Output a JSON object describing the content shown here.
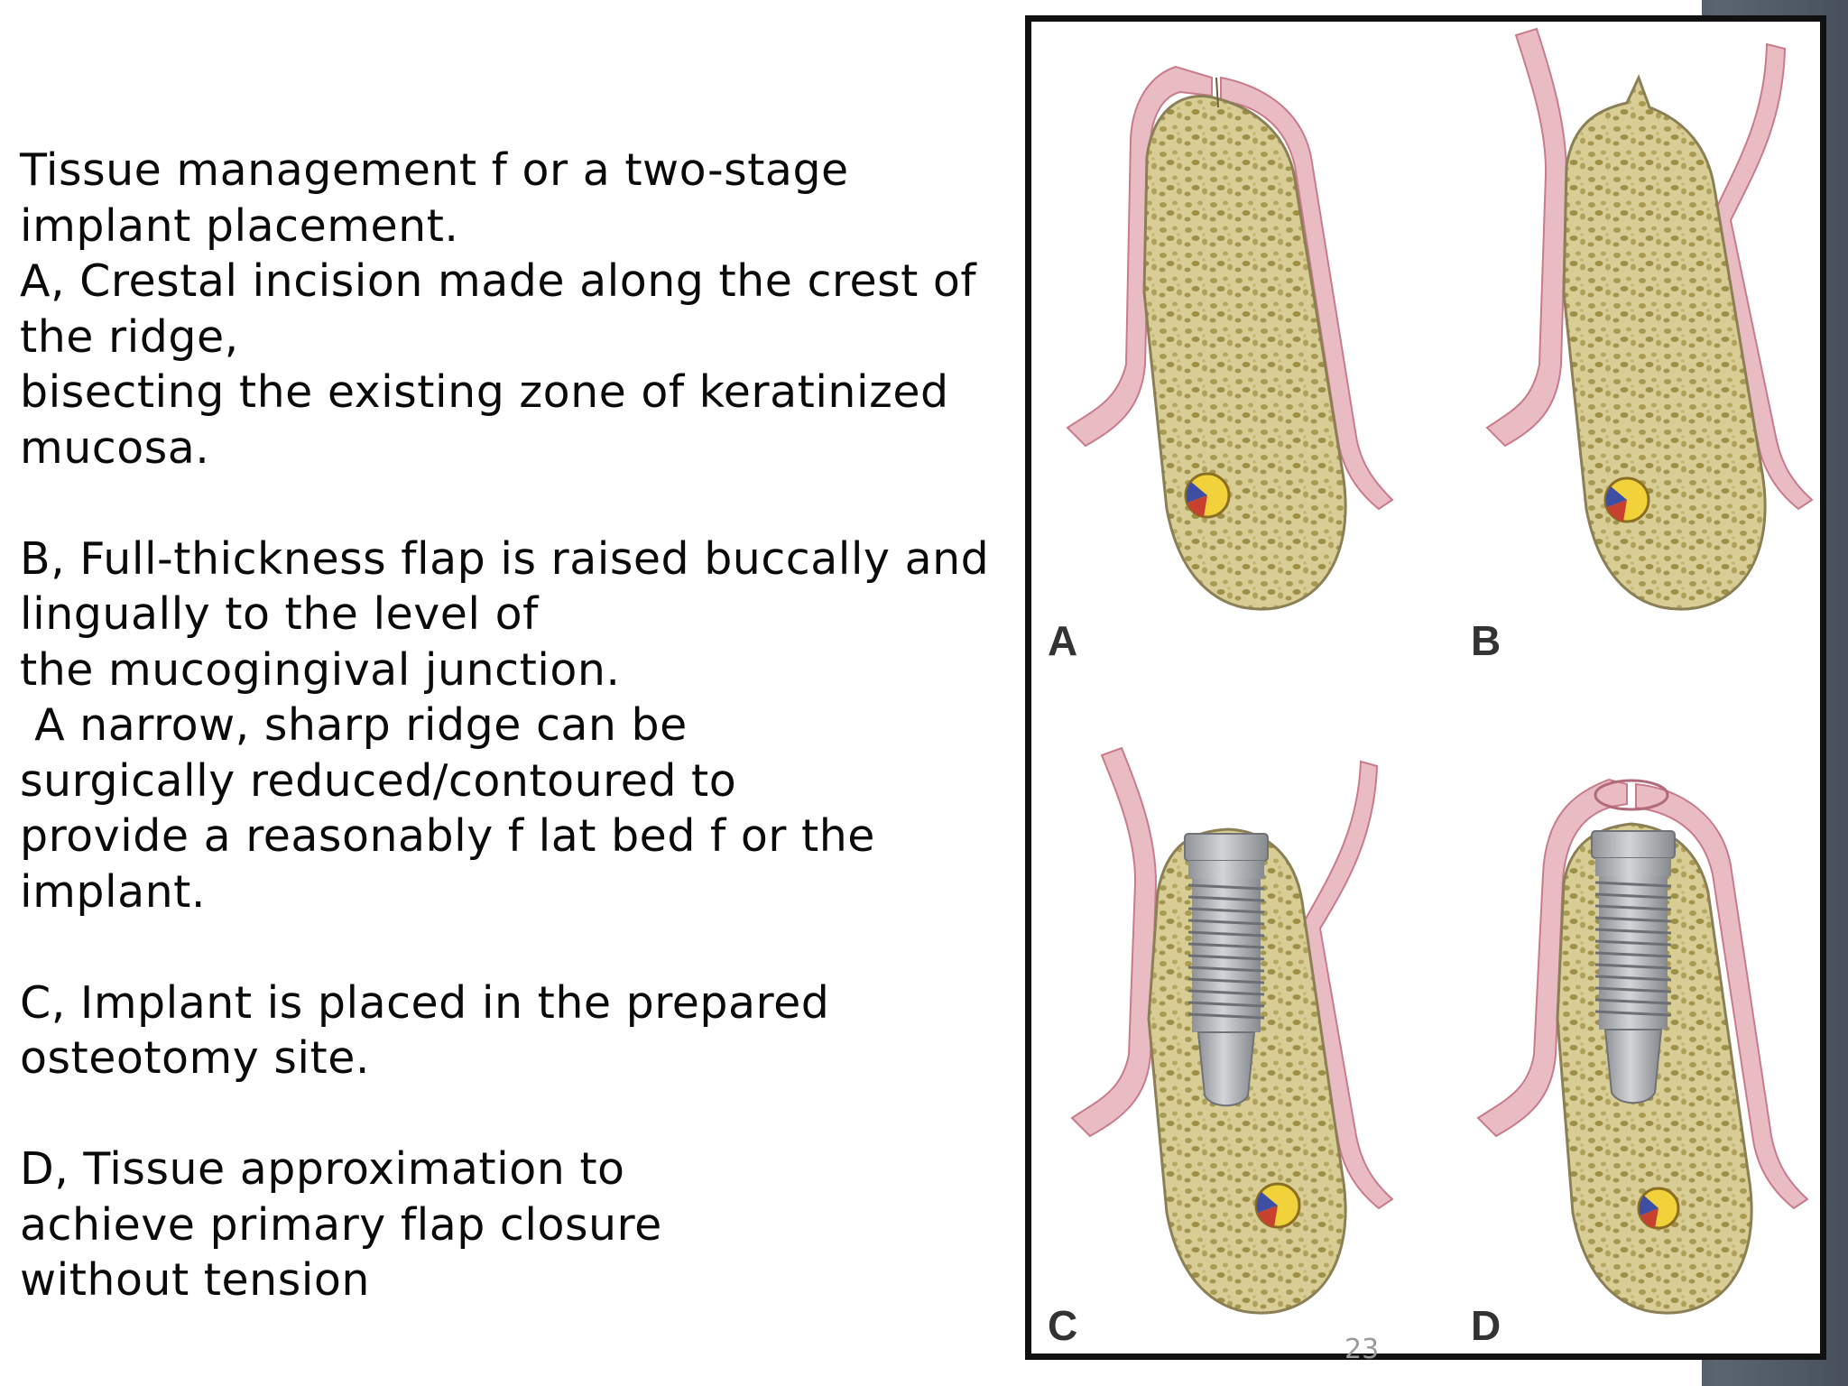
{
  "slide": {
    "caption_lines": [
      "Tissue management f or a two-stage",
      "implant placement.",
      "A, Crestal incision made along the crest of",
      "the ridge,",
      "bisecting the existing zone of keratinized",
      "mucosa.",
      "",
      "B, Full-thickness flap is raised buccally and",
      "lingually to the level of",
      "the mucogingival junction.",
      " A narrow, sharp ridge can be",
      "surgically reduced/contoured to",
      "provide a reasonably f lat bed f or the",
      "implant.",
      "",
      "C, Implant is placed in the prepared",
      "osteotomy site.",
      "",
      "D, Tissue approximation to",
      "achieve primary flap closure",
      "without tension"
    ],
    "page_number": "23"
  },
  "figure": {
    "panels": [
      {
        "id": "A",
        "label": "A"
      },
      {
        "id": "B",
        "label": "B"
      },
      {
        "id": "C",
        "label": "C"
      },
      {
        "id": "D",
        "label": "D"
      }
    ],
    "colors": {
      "bone": "#ddd3a6",
      "bone_outline": "#8a7f55",
      "trabecular": "#b6a966",
      "gingiva": "#e7b8c0",
      "gingiva_edge": "#c97b8b",
      "implant": "#b3b5b8",
      "implant_dark": "#7f8286",
      "nerve_yellow": "#f2d23a",
      "nerve_red": "#c8402e",
      "nerve_blue": "#3e4fa3"
    }
  }
}
